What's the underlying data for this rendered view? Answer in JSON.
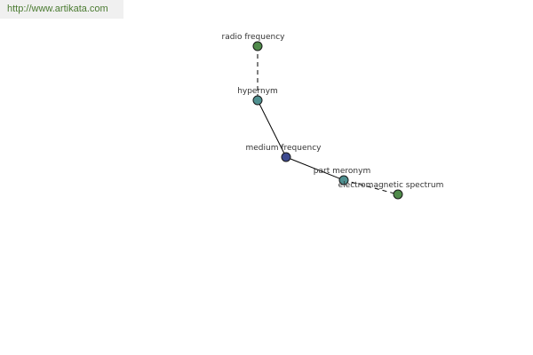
{
  "watermark": {
    "text": "http://www.artikata.com"
  },
  "graph": {
    "nodes": [
      {
        "id": "radio-frequency",
        "label": "radio frequency",
        "color": "#4f8a4a"
      },
      {
        "id": "hypernym",
        "label": "hypernym",
        "color": "#4f9090"
      },
      {
        "id": "medium-frequency",
        "label": "medium frequency",
        "color": "#3d4a8f"
      },
      {
        "id": "part-meronym",
        "label": "part meronym",
        "color": "#4f9090"
      },
      {
        "id": "electromagnetic-spectrum",
        "label": "electromagnetic spectrum",
        "color": "#4f8a4a"
      }
    ],
    "edges": [
      {
        "from": "radio-frequency",
        "to": "hypernym",
        "style": "dashed"
      },
      {
        "from": "hypernym",
        "to": "medium-frequency",
        "style": "solid"
      },
      {
        "from": "medium-frequency",
        "to": "part-meronym",
        "style": "solid"
      },
      {
        "from": "part-meronym",
        "to": "electromagnetic-spectrum",
        "style": "dashed"
      }
    ]
  }
}
